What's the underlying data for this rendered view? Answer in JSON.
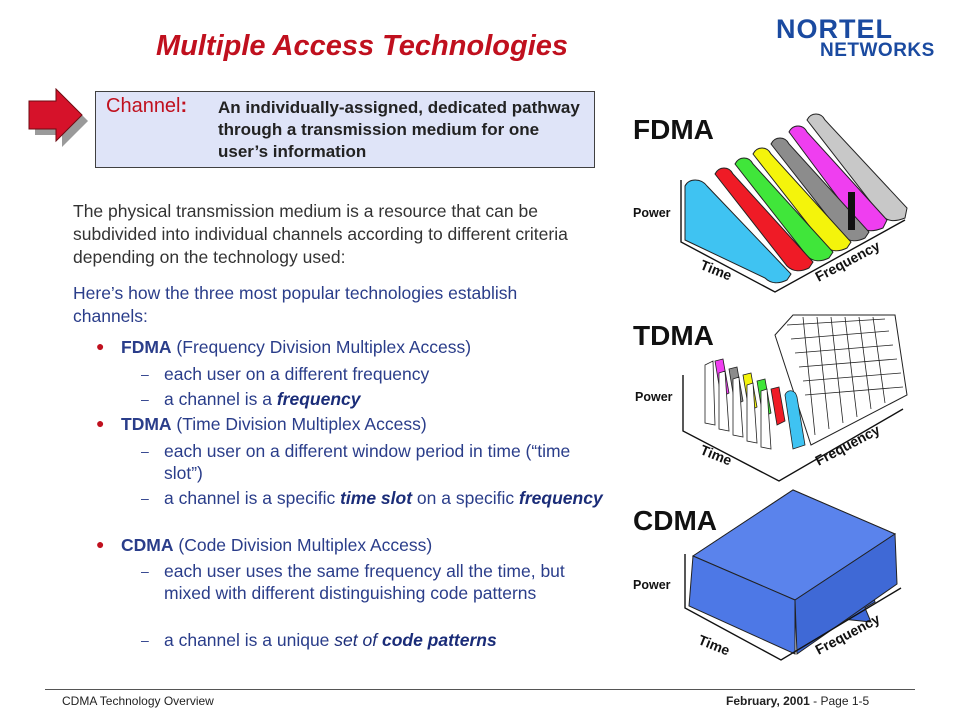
{
  "slide": {
    "title": "Multiple Access Technologies",
    "logo_line1": "NORTEL",
    "logo_line2": "NETWORKS"
  },
  "definition": {
    "term": "Channel",
    "colon": ":",
    "text": "An individually-assigned, dedicated pathway through a transmission medium for one user’s information"
  },
  "body": {
    "intro": "The physical transmission medium is a resource that can be subdivided into individual channels according to different criteria depending on the technology used:",
    "howto": "Here’s how  the three most popular technologies establish channels:",
    "items": [
      {
        "acronym": "FDMA",
        "full": "(Frequency Division Multiplex Access)",
        "subs": [
          {
            "parts": [
              "each user on a different frequency"
            ]
          },
          {
            "parts": [
              "a channel is a ",
              "frequency"
            ]
          }
        ]
      },
      {
        "acronym": "TDMA",
        "full": "(Time Division Multiplex Access)",
        "subs": [
          {
            "parts": [
              "each user on a different window period in time (“time slot”)"
            ]
          },
          {
            "parts": [
              "a channel is a specific ",
              "time slot",
              " on a specific ",
              "frequency"
            ]
          }
        ]
      },
      {
        "acronym": "CDMA",
        "full": "(Code Division Multiplex Access)",
        "subs": [
          {
            "parts": [
              "each user uses the same frequency all the time, but mixed with different distinguishing code patterns"
            ]
          },
          {
            "parts": [
              "a channel is a unique ",
              "set of",
              " ",
              "code patterns"
            ]
          }
        ]
      }
    ]
  },
  "diagrams": [
    {
      "label": "FDMA",
      "axis_power": "Power",
      "axis_time": "Time",
      "axis_frequency": "Frequency"
    },
    {
      "label": "TDMA",
      "axis_power": "Power",
      "axis_time": "Time",
      "axis_frequency": "Frequency"
    },
    {
      "label": "CDMA",
      "axis_power": "Power",
      "axis_time": "Time",
      "axis_frequency": "Frequency"
    }
  ],
  "colors": {
    "title_red": "#c0101e",
    "text_blue": "#2a3d8a",
    "box_fill": "#dfe4f8",
    "cdma_blue": "#4d78e6",
    "fdma_channels": [
      "#3fc3f2",
      "#ef1b26",
      "#40e63a",
      "#f4f40b",
      "#8c8c8c",
      "#ef3ef0",
      "#c8c8c8"
    ]
  },
  "footer": {
    "left": "CDMA Technology Overview",
    "date": "February, 2001",
    "page": "  -  Page 1-5"
  }
}
